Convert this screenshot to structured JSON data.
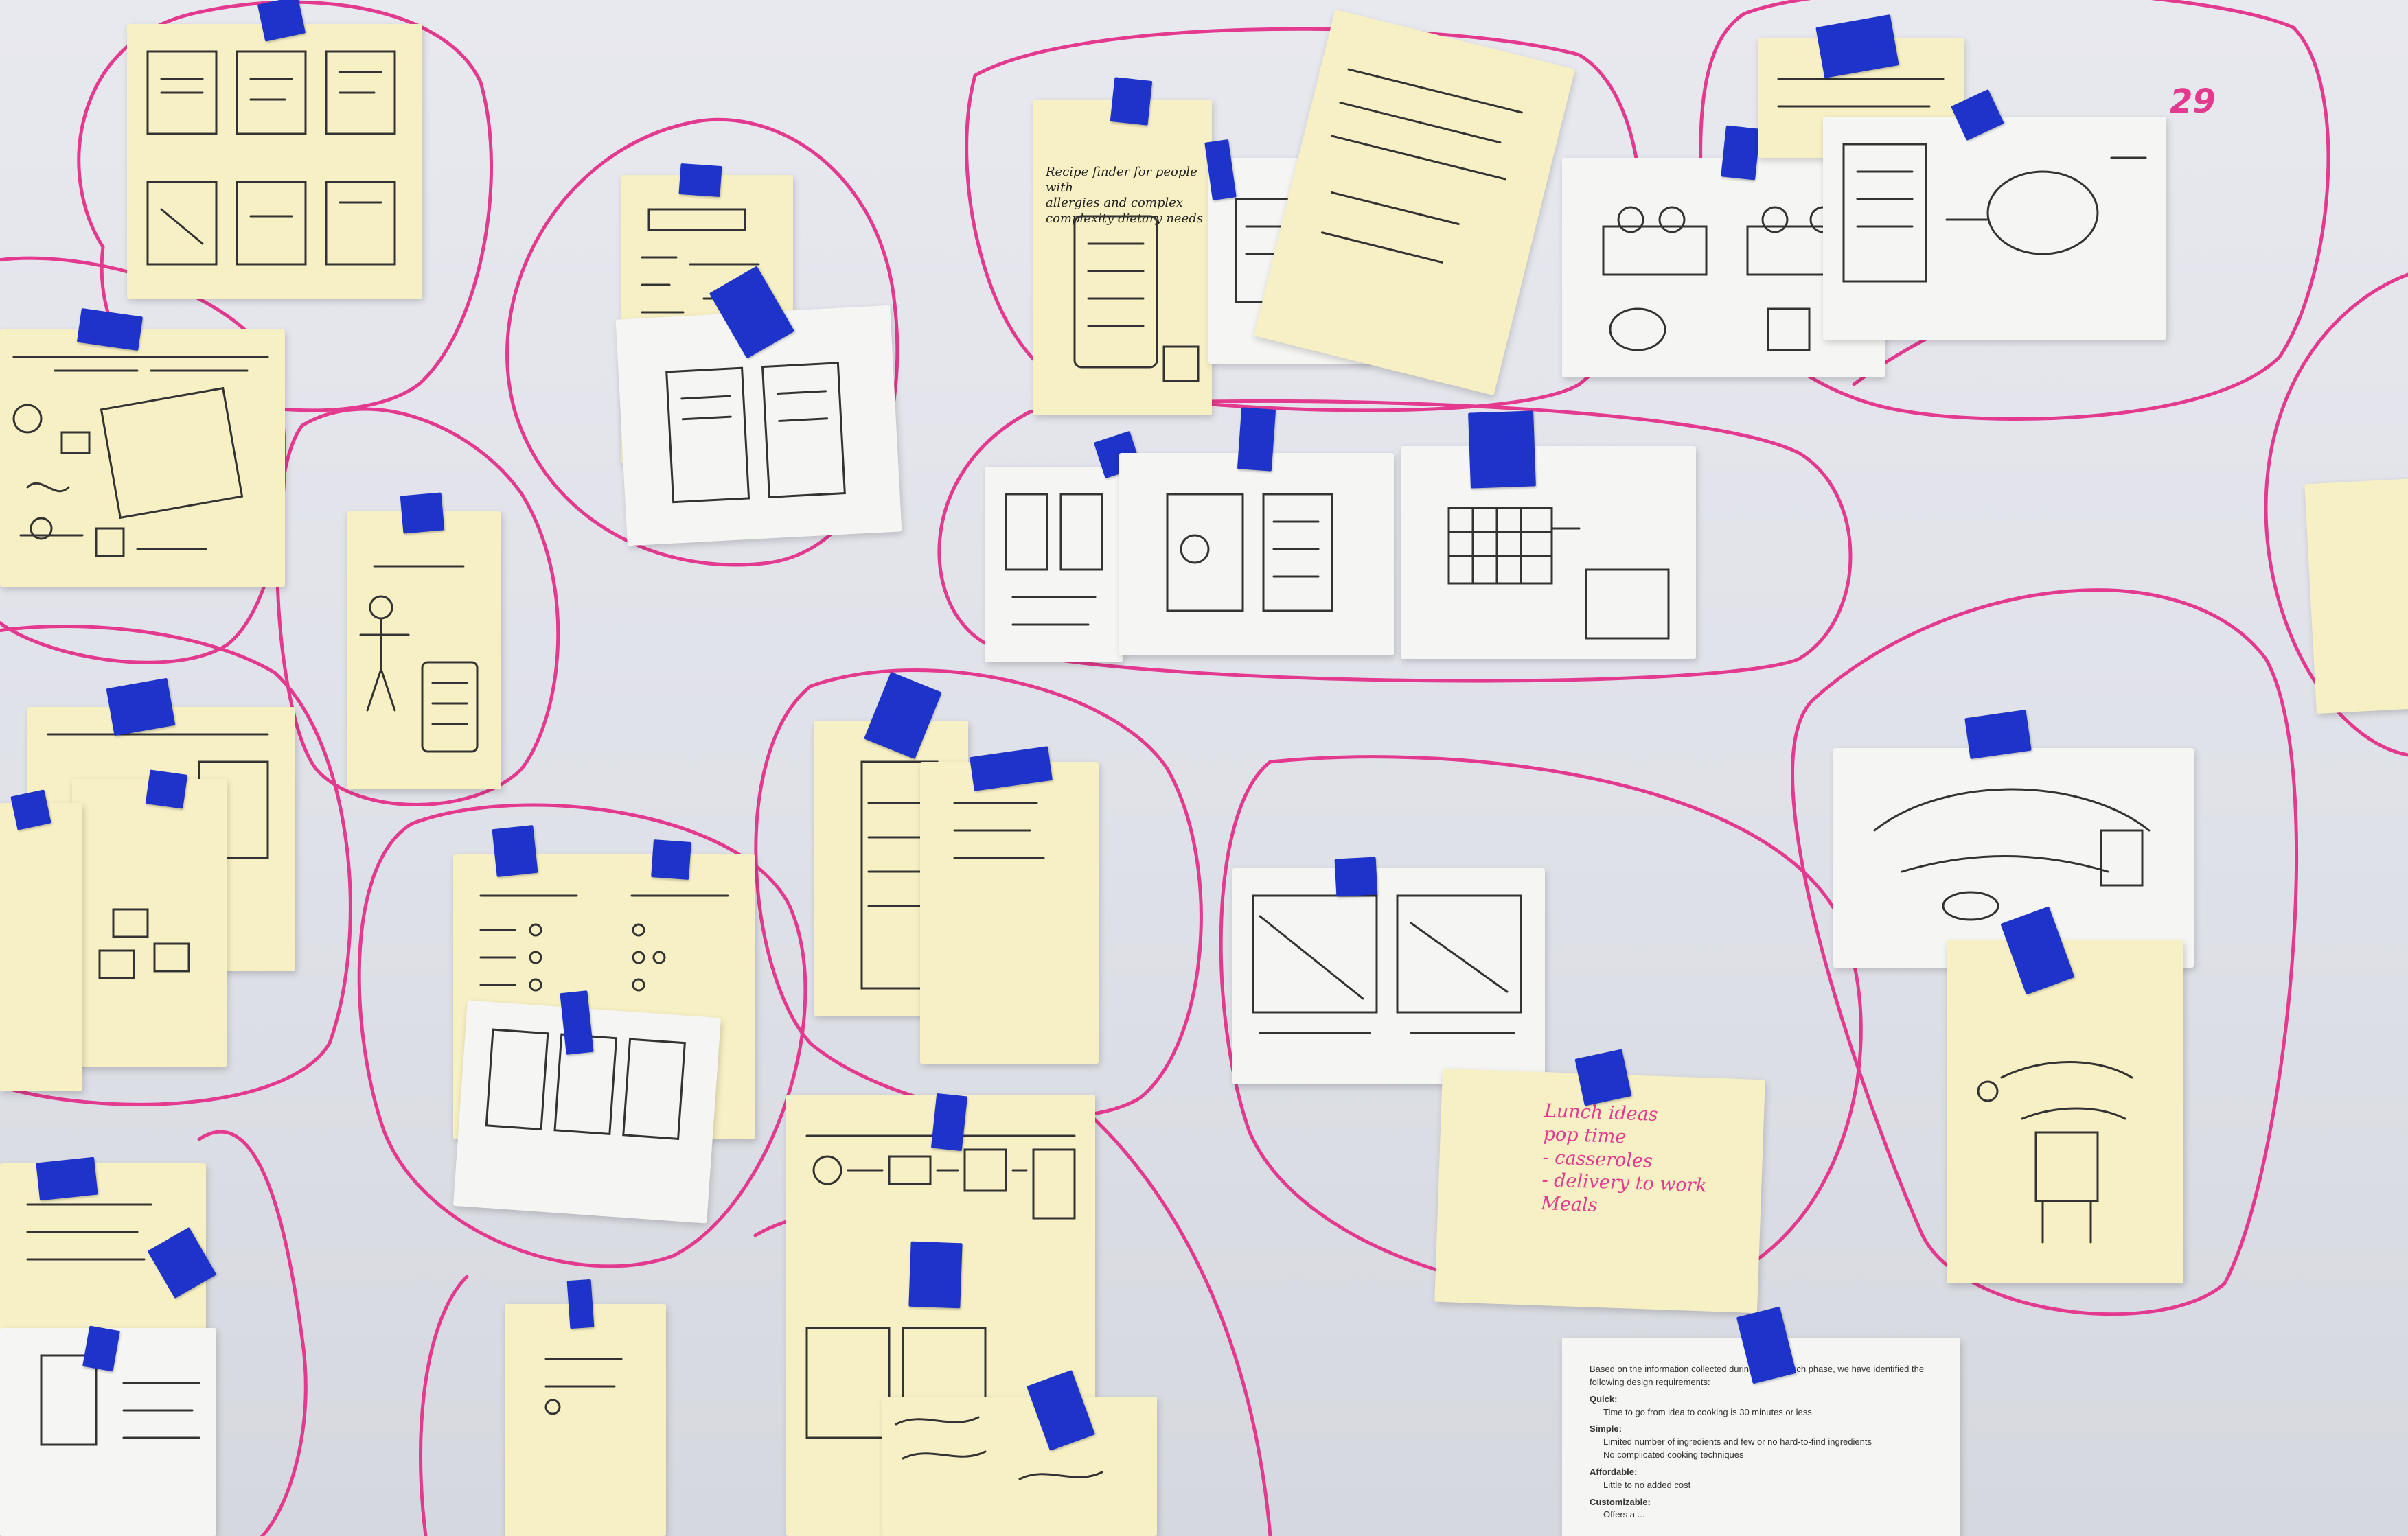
{
  "scene": {
    "wall_color": "#e4e5ec",
    "marker_color": "#e3398e",
    "tape_color": "#1d33c9",
    "note_color": "#f7f0c4",
    "paper_color": "#f5f5f3"
  },
  "handwriting": {
    "recipe_finder": "Recipe finder for people with\nallergies and complex\ncomplexity dietary needs",
    "lunch_ideas": "Lunch ideas\npop time\n- casseroles\n- delivery to work\n  Meals",
    "mark_29": "29"
  },
  "printed_sheet": {
    "intro": "Based on the information collected during the research phase, we have identified the following design requirements:",
    "sections": [
      {
        "heading": "Quick:",
        "items": [
          "Time to go from idea to cooking is 30 minutes or less"
        ]
      },
      {
        "heading": "Simple:",
        "items": [
          "Limited number of ingredients and few or no hard-to-find ingredients",
          "No complicated cooking techniques"
        ]
      },
      {
        "heading": "Affordable:",
        "items": [
          "Little to no added cost"
        ]
      },
      {
        "heading": "Customizable:",
        "items": [
          "Offers a ..."
        ]
      }
    ]
  }
}
